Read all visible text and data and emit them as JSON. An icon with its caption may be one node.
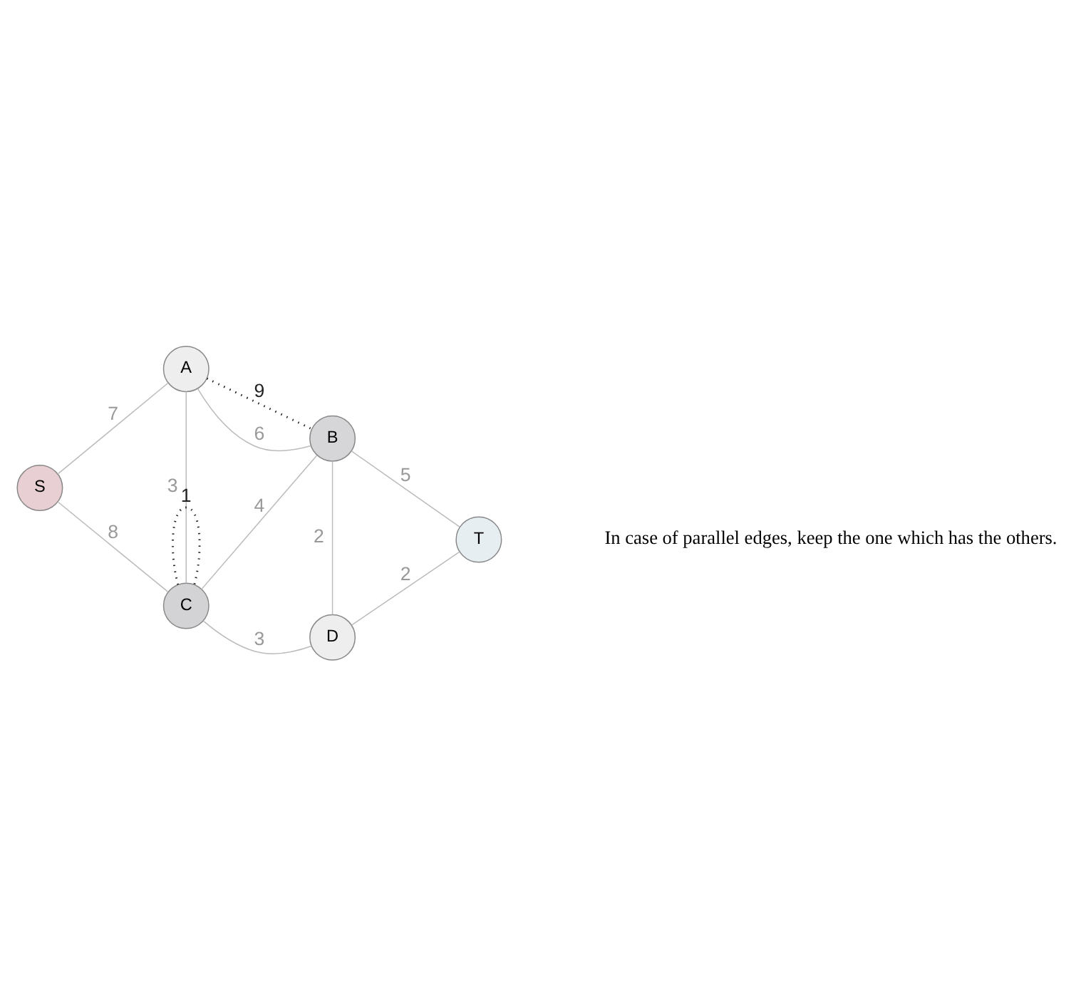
{
  "diagram": {
    "nodes": [
      {
        "text": [
          "S"
        ]
      },
      {
        "text": [
          "A"
        ]
      },
      {
        "text": [
          "B"
        ]
      },
      {
        "text": [
          "C"
        ]
      },
      {
        "text": [
          "D"
        ]
      },
      {
        "text": [
          "T"
        ]
      }
    ],
    "edges": [
      {
        "from": 1,
        "to": 2,
        "arrow": "none",
        "label": "9",
        "style": "dashed",
        "color": "#222222"
      },
      {
        "from": 1,
        "to": 2,
        "arrow": "none",
        "label": "6"
      },
      {
        "from": 0,
        "to": 1,
        "arrow": "none",
        "label": "7"
      },
      {
        "from": 2,
        "to": 5,
        "arrow": "none",
        "label": "5"
      },
      {
        "from": 1,
        "to": 3,
        "arrow": "none",
        "label": "3"
      },
      {
        "from": 3,
        "to": 2,
        "arrow": "none",
        "label": "4"
      },
      {
        "from": 2,
        "to": 4,
        "arrow": "none",
        "label": "2"
      },
      {
        "from": 0,
        "to": 3,
        "arrow": "none",
        "label": "8"
      },
      {
        "from": 4,
        "to": 5,
        "arrow": "none",
        "label": "2"
      },
      {
        "from": 3,
        "to": 4,
        "arrow": "none",
        "label": "3"
      },
      {
        "from": 3,
        "to": 3,
        "arrow": "none",
        "label": "1",
        "style": "dashed",
        "color": "#222222"
      }
    ],
    "labels": [
      "In case of parallel edges, keep the one which has the others."
    ]
  }
}
